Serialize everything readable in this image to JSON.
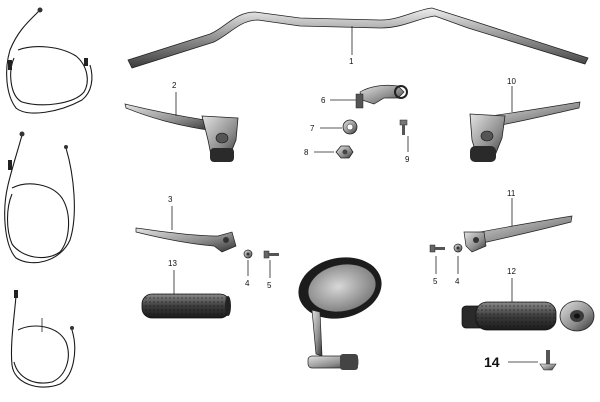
{
  "diagram": {
    "labels": {
      "p1": "1",
      "p2": "2",
      "p3": "3",
      "p4a": "4",
      "p4b": "4",
      "p5a": "5",
      "p5b": "5",
      "p6": "6",
      "p7": "7",
      "p8": "8",
      "p9": "9",
      "p10": "10",
      "p11": "11",
      "p12": "12",
      "p13": "13",
      "p14": "14"
    }
  }
}
